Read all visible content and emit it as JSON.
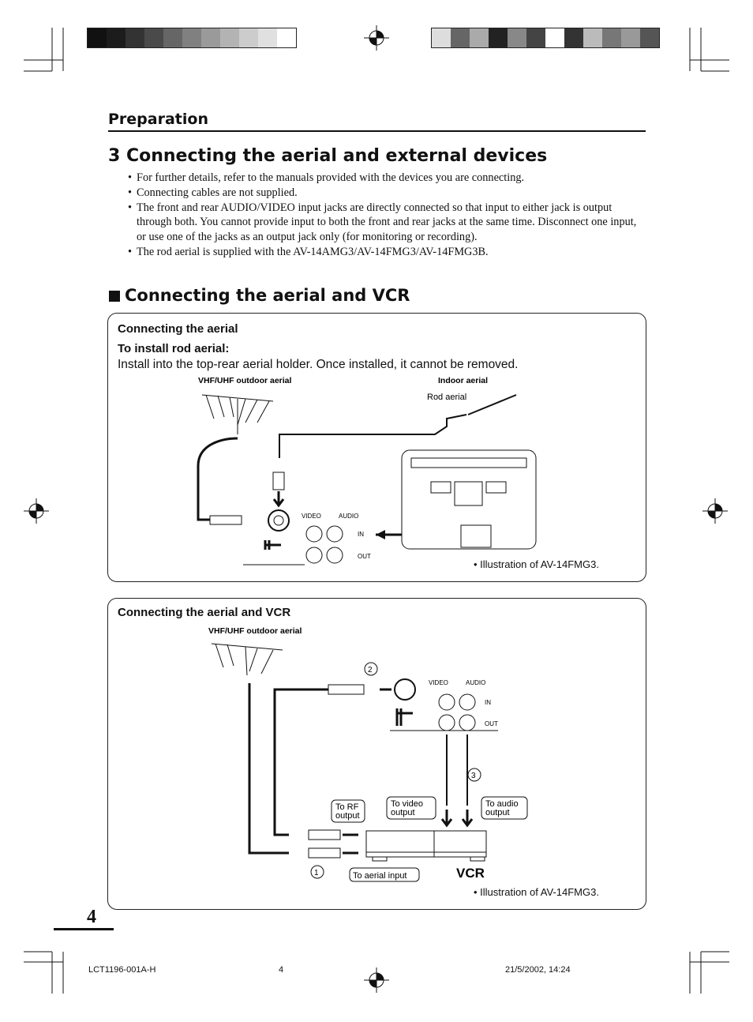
{
  "registration": {
    "left_colors": [
      "#111111",
      "#1c1c1c",
      "#333333",
      "#4a4a4a",
      "#666666",
      "#808080",
      "#9a9a9a",
      "#b3b3b3",
      "#cccccc",
      "#e0e0e0",
      "#ffffff"
    ],
    "right_colors": [
      "#dddddd",
      "#666666",
      "#aaaaaa",
      "#222222",
      "#888888",
      "#444444",
      "#ffffff",
      "#333333",
      "#bbbbbb",
      "#777777",
      "#999999",
      "#555555"
    ]
  },
  "header": {
    "section": "Preparation"
  },
  "title": "3  Connecting the aerial and external devices",
  "bullets": [
    "For further details, refer to the manuals provided with the devices you are connecting.",
    "Connecting cables are not supplied.",
    "The front and rear AUDIO/VIDEO input jacks are directly connected so that input to either jack is output through both. You cannot provide input to both the front and rear jacks at the same time. Disconnect one input, or use one of the jacks as an output jack only (for monitoring or recording).",
    "The rod aerial is supplied with the AV-14AMG3/AV-14FMG3/AV-14FMG3B."
  ],
  "subheading": "Connecting the aerial and VCR",
  "box1": {
    "heading": "Connecting the aerial",
    "subheading": "To install rod aerial:",
    "text": "Install into the top-rear aerial holder. Once installed, it cannot be removed.",
    "labels": {
      "outdoor": "VHF/UHF outdoor aerial",
      "indoor": "Indoor aerial",
      "rod": "Rod aerial",
      "video": "VIDEO",
      "audio": "AUDIO",
      "in": "IN",
      "out": "OUT"
    },
    "caption": "• Illustration of AV-14FMG3."
  },
  "box2": {
    "heading": "Connecting the aerial and VCR",
    "labels": {
      "outdoor": "VHF/UHF outdoor aerial",
      "video": "VIDEO",
      "audio": "AUDIO",
      "in": "IN",
      "out": "OUT",
      "to_rf_1": "To RF",
      "to_rf_2": "output",
      "to_video_1": "To video",
      "to_video_2": "output",
      "to_audio_1": "To audio",
      "to_audio_2": "output",
      "to_aerial": "To aerial input",
      "vcr": "VCR",
      "step1": "1",
      "step2": "2",
      "step3": "3"
    },
    "caption": "• Illustration of AV-14FMG3."
  },
  "page_number": "4",
  "footer": {
    "code": "LCT1196-001A-H",
    "page": "4",
    "date": "21/5/2002, 14:24"
  }
}
